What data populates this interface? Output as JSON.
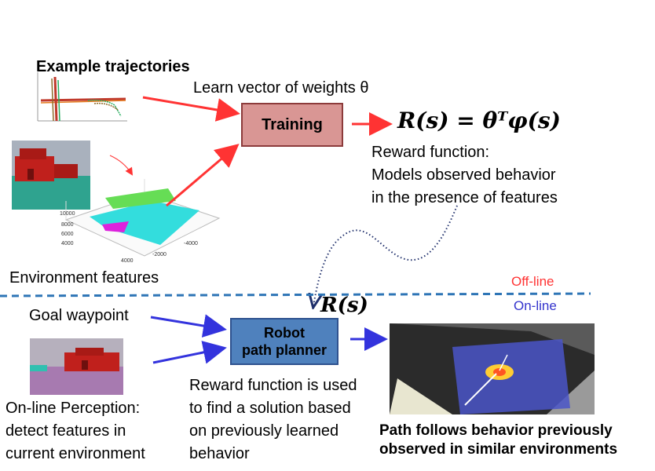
{
  "top": {
    "example_trajectories": "Example trajectories",
    "learn_weights": "Learn vector of weights θ",
    "training": "Training",
    "reward_formula": "R(s) = θᵀφ(s)",
    "reward_desc": [
      "Reward function:",
      "Models observed behavior",
      "in the presence of features"
    ],
    "environment_features": "Environment features"
  },
  "divider": {
    "offline": "Off-line",
    "online": "On-line",
    "offline_color": "#ff3333",
    "online_color": "#3333cc"
  },
  "bottom": {
    "r_of_s": "R(s)",
    "goal_waypoint": "Goal waypoint",
    "planner_lines": [
      "Robot",
      "path planner"
    ],
    "perception": [
      "On-line Perception:",
      "detect features in",
      "current environment"
    ],
    "reward_used": [
      "Reward function is used",
      "to find a solution based",
      "on previously learned",
      "behavior"
    ],
    "path_follows": [
      "Path follows behavior previously",
      "observed in similar environments"
    ]
  },
  "colors": {
    "training_fill": "#d99694",
    "planner_fill": "#4f81bd",
    "red_arrow": "#ff3333",
    "blue_arrow": "#3333dd",
    "divider": "#2e75b6"
  }
}
